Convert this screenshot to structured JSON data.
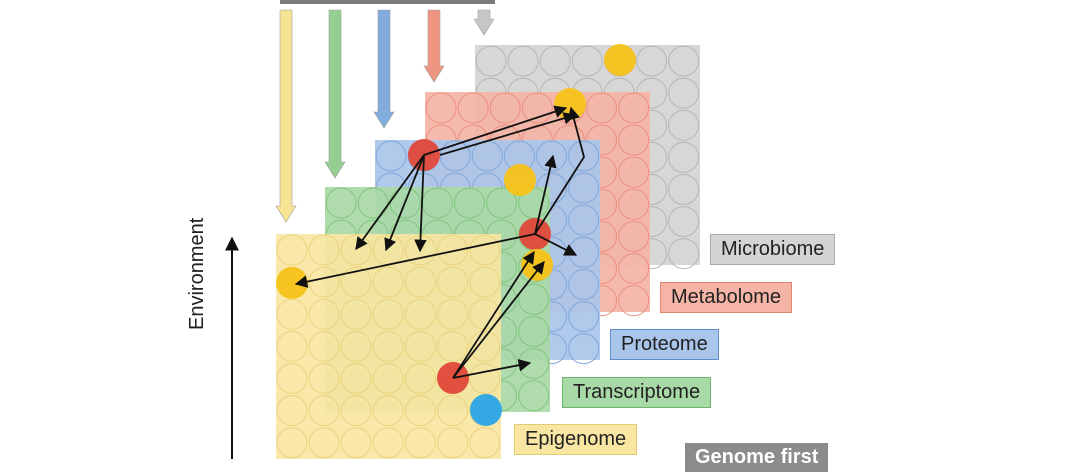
{
  "diagram": {
    "y_axis_label": "Environment",
    "layers": [
      {
        "id": "microbiome",
        "label": "Microbiome",
        "fill": "#d4d4d4",
        "stroke": "#b5b5b5",
        "label_bg": "#d4d4d4",
        "label_border": "#a9a9a9"
      },
      {
        "id": "metabolome",
        "label": "Metabolome",
        "fill": "#f5b4a6",
        "stroke": "#ea8f7d",
        "label_bg": "#f5b4a6",
        "label_border": "#e28672"
      },
      {
        "id": "proteome",
        "label": "Proteome",
        "fill": "#a9c6ea",
        "stroke": "#7ea6d8",
        "label_bg": "#a9c6ea",
        "label_border": "#5f8fcd"
      },
      {
        "id": "transcriptome",
        "label": "Transcriptome",
        "fill": "#a9d9a6",
        "stroke": "#82c47e",
        "label_bg": "#a9d9a6",
        "label_border": "#6db569"
      },
      {
        "id": "epigenome",
        "label": "Epigenome",
        "fill": "#f8e6a2",
        "stroke": "#ead27c",
        "label_bg": "#f8e6a2",
        "label_border": "#e3cb73"
      }
    ],
    "bottom_label": {
      "text": "Genome first",
      "bg": "#8c8c8c",
      "color": "#ffffff"
    },
    "top_arrow_colors": [
      "#f6e38f",
      "#8fcd8c",
      "#7aa9dc",
      "#ee907b",
      "#c4c4c4"
    ],
    "node_colors": {
      "red": "#e0483a",
      "yellow": "#f7c318",
      "blue": "#2aa5e8"
    }
  }
}
